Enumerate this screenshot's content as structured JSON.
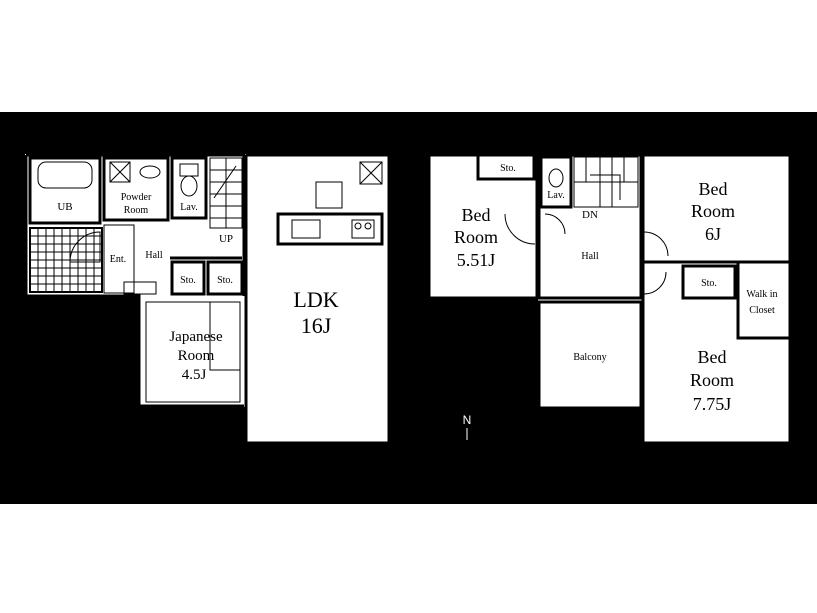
{
  "floor1": {
    "ub": "UB",
    "powder_room": [
      "Powder",
      "Room"
    ],
    "lav": "Lav.",
    "up": "UP",
    "ent": "Ent.",
    "hall": "Hall",
    "sto1": "Sto.",
    "sto2": "Sto.",
    "japanese_room": [
      "Japanese",
      "Room",
      "4.5J"
    ],
    "ldk": [
      "LDK",
      "16J"
    ]
  },
  "floor2": {
    "bed1": [
      "Bed",
      "Room",
      "5.51J"
    ],
    "sto_top": "Sto.",
    "lav": "Lav.",
    "dn": "DN",
    "hall": "Hall",
    "bed2": [
      "Bed",
      "Room",
      "6J"
    ],
    "sto_right": "Sto.",
    "walk_in_closet": [
      "Walk in",
      "Closet"
    ],
    "balcony": "Balcony",
    "bed3": [
      "Bed",
      "Room",
      "7.75J"
    ]
  },
  "compass": "N"
}
